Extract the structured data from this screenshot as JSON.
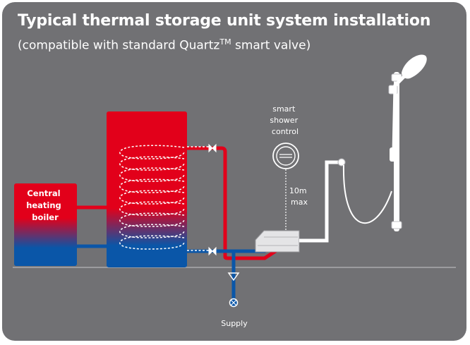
{
  "title": "Typical thermal storage unit system installation",
  "subtitle": {
    "before": "(compatible with standard Quartz",
    "sup": "TM",
    "after": " smart valve)"
  },
  "labels": {
    "boiler": [
      "Central",
      "heating",
      "boiler"
    ],
    "control": [
      "smart",
      "shower",
      "control"
    ],
    "distance": [
      "10m",
      "max"
    ],
    "supply": "Supply"
  },
  "colors": {
    "background": "#717174",
    "hot": "#e2001a",
    "cold": "#0a56a8",
    "white": "#ffffff",
    "valve_unit": "#e4e4e6"
  }
}
